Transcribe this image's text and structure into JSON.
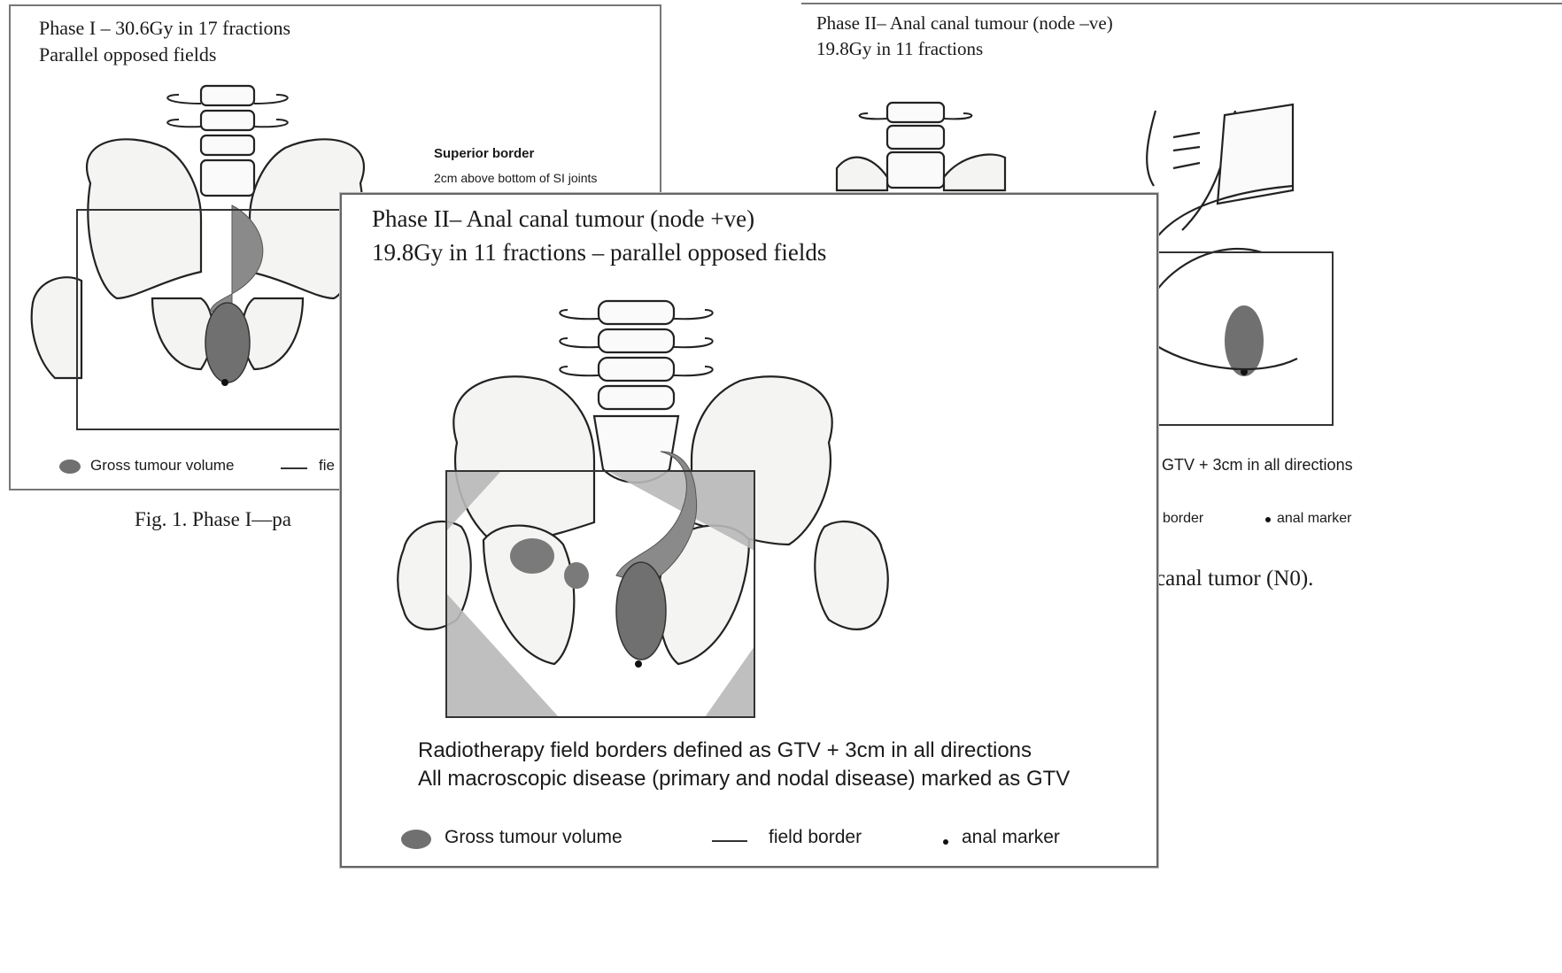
{
  "left_panel": {
    "title_line1": "Phase I – 30.6Gy in 17 fractions",
    "title_line2": "Parallel opposed fields",
    "annotation_heading": "Superior border",
    "annotation_text": "2cm above bottom of SI joints",
    "legend_gtv": "Gross tumour volume",
    "legend_field": "fie",
    "caption": "Fig. 1. Phase I—pa"
  },
  "right_panel": {
    "title_line1": "Phase II– Anal canal tumour (node –ve)",
    "title_line2": "19.8Gy in 11 fractions",
    "note_fragment": "GTV + 3cm in all directions",
    "legend_border_fragment": "l border",
    "legend_marker": "anal marker",
    "caption_fragment": "canal tumor (N0)."
  },
  "center_panel": {
    "title_line1": "Phase II– Anal canal tumour (node +ve)",
    "title_line2": "19.8Gy in 11 fractions – parallel opposed fields",
    "note_line1": "Radiotherapy field borders defined as GTV + 3cm in all directions",
    "note_line2": "All macroscopic disease (primary and nodal disease) marked as GTV",
    "legend_gtv": "Gross tumour volume",
    "legend_field": "field border",
    "legend_marker": "anal marker"
  },
  "colors": {
    "gtv": "#707070",
    "shield": "#b8b8b8",
    "bone_fill": "#f4f4f2",
    "outline": "#222222"
  }
}
